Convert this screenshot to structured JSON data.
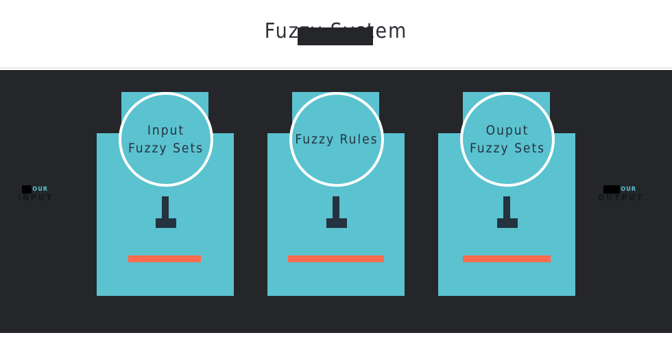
{
  "header": {
    "title": "Fuzzy System"
  },
  "inputs": {
    "small": "YOUR",
    "big": "INPUT"
  },
  "outputs": {
    "small": "YOUR",
    "big": "OUTPUT"
  },
  "cards": [
    {
      "label": "Input\nFuzzy Sets"
    },
    {
      "label": "Fuzzy Rules"
    },
    {
      "label": "Ouput\nFuzzy Sets"
    }
  ],
  "colors": {
    "accent": "#5bc2cf",
    "dark": "#24262a",
    "bar": "#ff6b4f",
    "text_dark": "#253240"
  }
}
